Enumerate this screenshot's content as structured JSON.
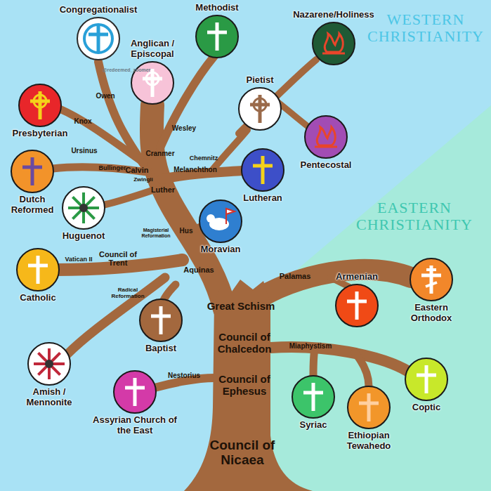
{
  "diagram": {
    "nodes": [
      {
        "text": [
          "Congregationalist"
        ]
      },
      {
        "text": [
          "Methodist"
        ]
      },
      {
        "text": [
          "Nazarene/Holiness"
        ]
      },
      {
        "text": [
          "Anglican / Episcopal"
        ]
      },
      {
        "text": [
          "Presbyterian"
        ]
      },
      {
        "text": [
          "Pietist"
        ]
      },
      {
        "text": [
          "Pentecostal"
        ]
      },
      {
        "text": [
          "Dutch Reformed"
        ]
      },
      {
        "text": [
          "Lutheran"
        ]
      },
      {
        "text": [
          "Huguenot"
        ]
      },
      {
        "text": [
          "Moravian"
        ]
      },
      {
        "text": [
          "Armenian"
        ]
      },
      {
        "text": [
          "Eastern Orthodox"
        ]
      },
      {
        "text": [
          "Catholic"
        ]
      },
      {
        "text": [
          "Baptist"
        ]
      },
      {
        "text": [
          "Syriac"
        ]
      },
      {
        "text": [
          "Coptic"
        ]
      },
      {
        "text": [
          "Amish / Mennonite"
        ]
      },
      {
        "text": [
          "Assyrian Church of the East"
        ]
      },
      {
        "text": [
          "Ethiopian Tewahedo"
        ]
      }
    ],
    "labels": [
      "WESTERN CHRISTIANITY",
      "EASTERN CHRISTIANITY",
      "@redeemed_zoomer",
      "Owen",
      "Knox",
      "Ursinus",
      "Bullinger",
      "Calvin",
      "Zwingli",
      "Luther",
      "Cranmer",
      "Wesley",
      "Chemnitz",
      "Melanchthon",
      "Magisterial Reformation",
      "Hus",
      "Council of Trent",
      "Vatican II",
      "Aquinas",
      "Radical Reformation",
      "Great Schism",
      "Council of Chalcedon",
      "Council of Ephesus",
      "Council of Nicaea",
      "Nestorius",
      "Miaphystism",
      "Palamas"
    ]
  }
}
